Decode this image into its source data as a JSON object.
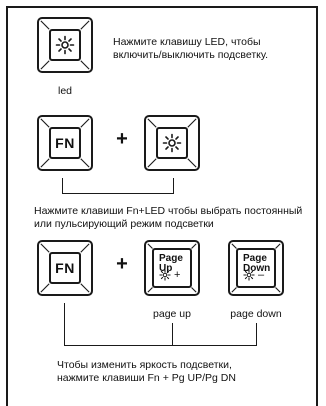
{
  "section1": {
    "instruction": "Нажмите клавишу LED, чтобы включить/выключить подсветку.",
    "key_caption": "led"
  },
  "section2": {
    "fn_key": "FN",
    "plus": "+",
    "instruction": "Нажмите клавиши Fn+LED чтобы выбрать постоянный или пульсирующий режим подсветки"
  },
  "section3": {
    "fn_key": "FN",
    "plus": "+",
    "page_up_key": {
      "line1": "Page",
      "line2": "Up",
      "symbol": "+"
    },
    "page_down_key": {
      "line1": "Page",
      "line2": "Down",
      "symbol": "–"
    },
    "page_up_caption": "page up",
    "page_down_caption": "page down",
    "instruction": "Чтобы изменить яркость подсветки, нажмите клавиши Fn + Pg UP/Pg DN"
  },
  "icons": {
    "brightness": "sun-icon"
  },
  "colors": {
    "stroke": "#1a1a1a",
    "background": "#ffffff"
  }
}
